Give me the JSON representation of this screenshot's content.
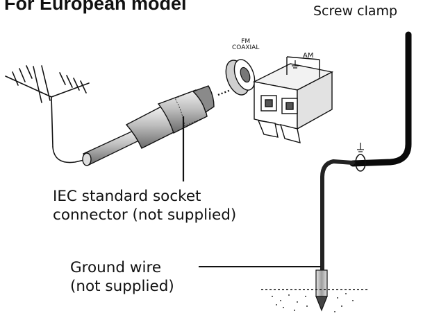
{
  "title": "For European model",
  "labels": {
    "screw_clamp": "Screw clamp",
    "fm_line1": "FM",
    "fm_line2": "COAXIAL",
    "am": "AM",
    "iec_line1": "IEC standard socket",
    "iec_line2": "connector (not supplied)",
    "ground_line1": "Ground wire",
    "ground_line2": "(not supplied)"
  },
  "colors": {
    "ink": "#111111",
    "clamp_wire": "#0a0a0a",
    "connector_shade": "#b9b9b9"
  },
  "icons": [
    "antenna-icon",
    "ground-symbol-icon"
  ]
}
